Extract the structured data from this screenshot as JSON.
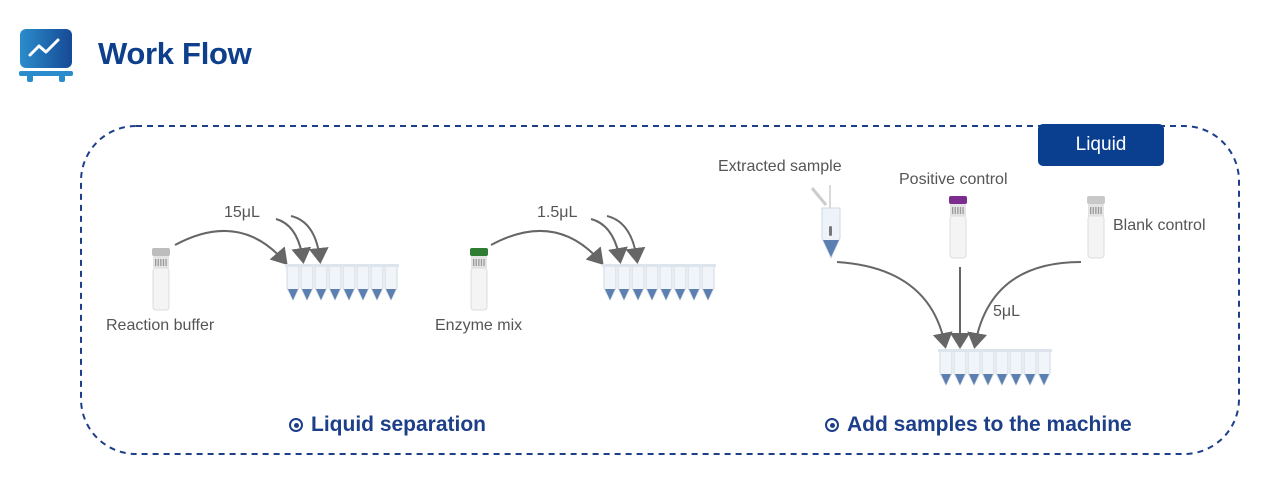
{
  "header": {
    "title": "Work Flow",
    "icon": "presentation-chart-icon"
  },
  "badge": "Liquid",
  "liquid_separation": {
    "reagents": [
      {
        "label": "Reaction buffer",
        "volume": "15μL",
        "cap_color": "#bdbdbd"
      },
      {
        "label": "Enzyme mix",
        "volume": "1.5μL",
        "cap_color": "#2e7d32"
      }
    ],
    "step_label": "Liquid separation"
  },
  "add_samples": {
    "samples": [
      {
        "label": "Extracted sample"
      },
      {
        "label": "Positive control",
        "cap_color": "#7b2d8e"
      },
      {
        "label": "Blank control",
        "cap_color": "#c8c8c8"
      }
    ],
    "volume": "5μL",
    "step_label": "Add samples to the machine"
  },
  "colors": {
    "primary": "#0d3f8c",
    "dash": "#1d3f8a",
    "liquid": "#5b7fb0",
    "arrow": "#666666"
  },
  "strip_tube_count": 8
}
